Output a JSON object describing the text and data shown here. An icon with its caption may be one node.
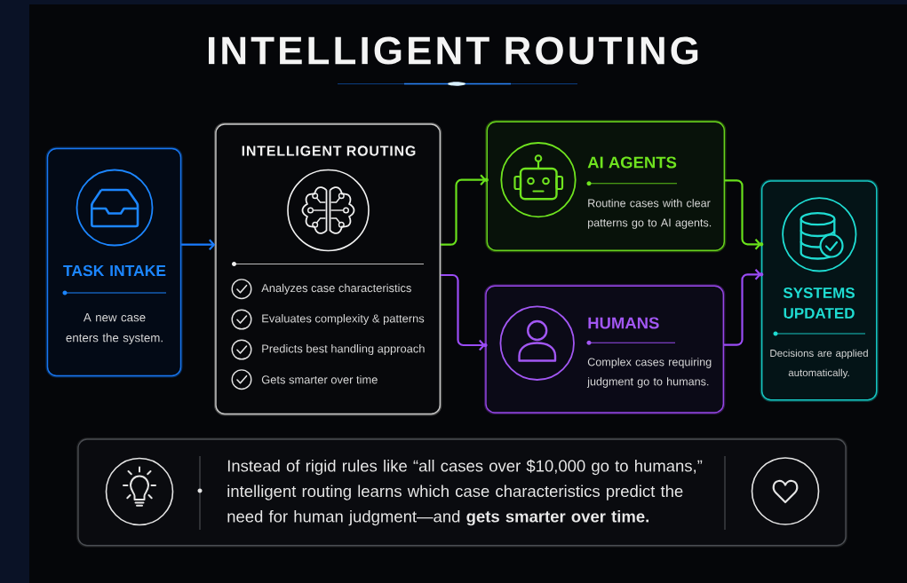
{
  "diagram": {
    "title": "INTELLIGENT ROUTING",
    "nodes": [
      {
        "text": [
          "TASK INTAKE",
          "A new case enters the system."
        ]
      },
      {
        "text": [
          "INTELLIGENT ROUTING",
          "Analyzes case characteristics",
          "Evaluates complexity & patterns",
          "Predicts best handling approach",
          "Gets smarter over time"
        ]
      },
      {
        "text": [
          "AI AGENTS",
          "Routine cases with clear patterns go to AI agents."
        ]
      },
      {
        "text": [
          "HUMANS",
          "Complex cases requiring judgment go to humans."
        ]
      },
      {
        "text": [
          "SYSTEMS UPDATED",
          "Decisions are applied automatically."
        ]
      },
      {
        "text": [
          "Instead of rigid rules like “all cases over $10,000 go to humans,” intelligent routing learns which case characteristics predict the need for human judgment—and **gets smarter over time.**"
        ]
      }
    ],
    "edges": [
      {
        "from": 0,
        "to": 1,
        "arrow": "to",
        "color": "#1a7cff"
      },
      {
        "from": 1,
        "to": 2,
        "arrow": "to",
        "color": "#69e01c"
      },
      {
        "from": 1,
        "to": 3,
        "arrow": "to",
        "color": "#9a4cf5"
      },
      {
        "from": 2,
        "to": 4,
        "arrow": "to",
        "color": "#69e01c"
      },
      {
        "from": 3,
        "to": 4,
        "arrow": "to",
        "color": "#9a4cf5"
      }
    ]
  }
}
